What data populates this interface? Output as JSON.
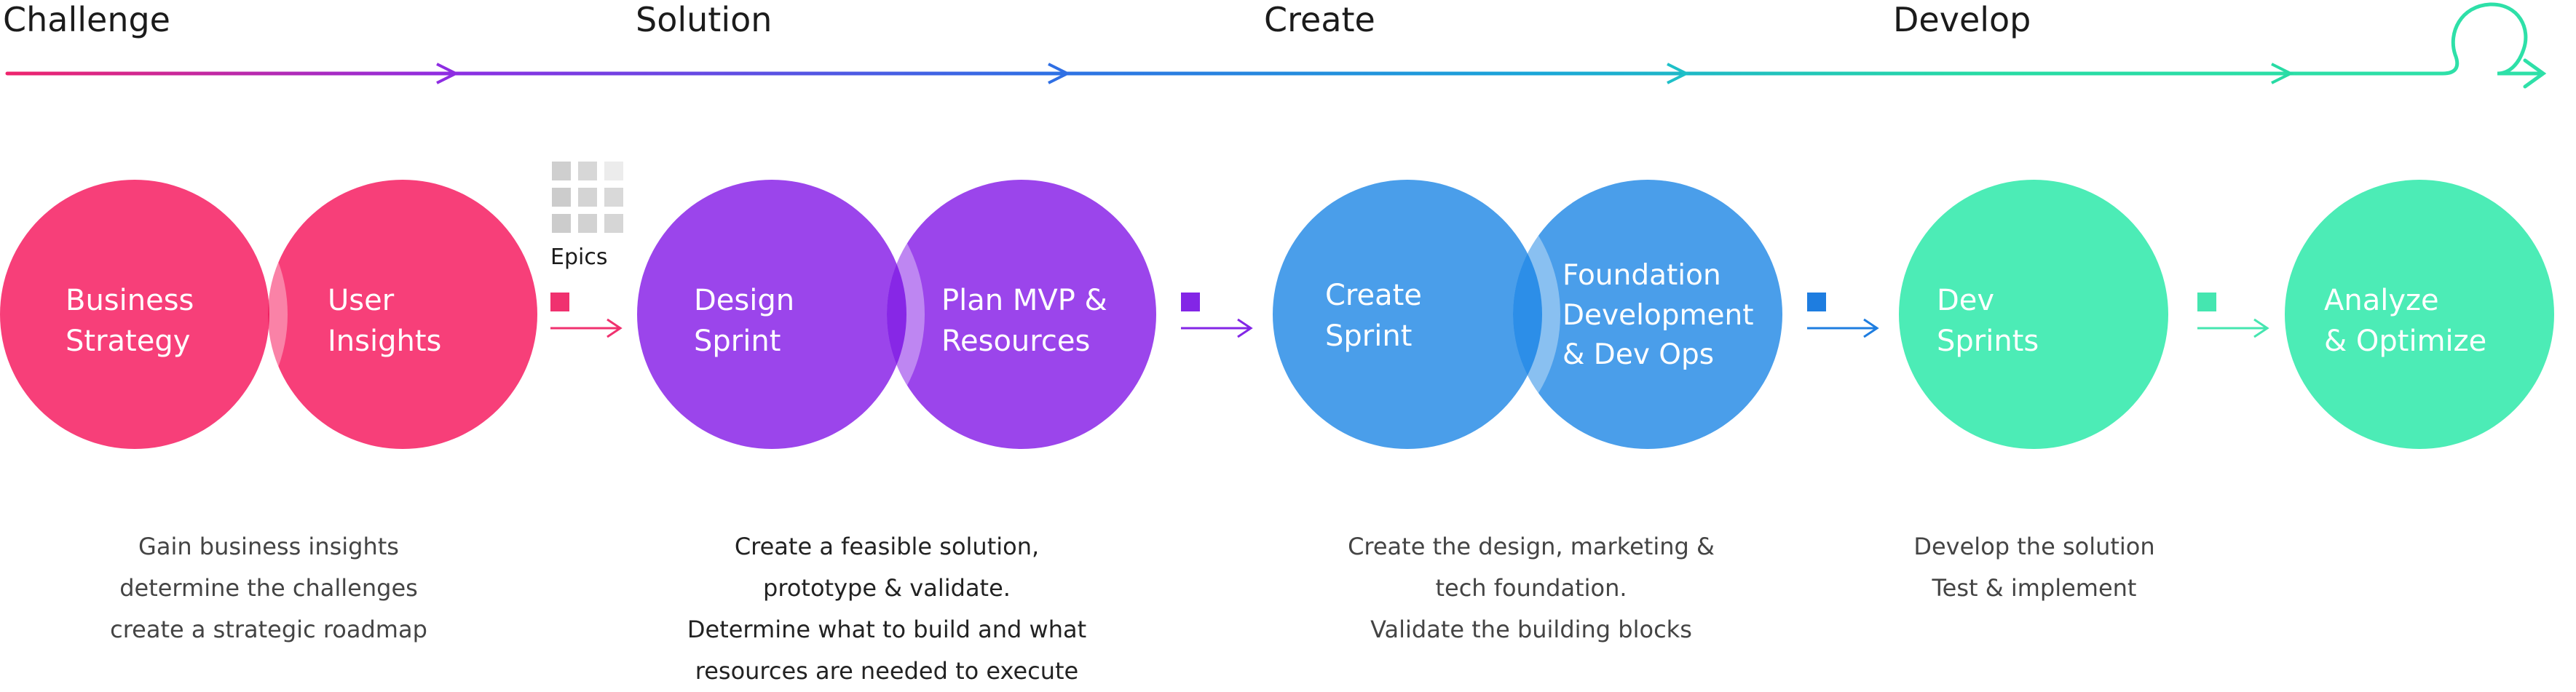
{
  "phases": [
    {
      "label": "Challenge",
      "color": "#ee2a73"
    },
    {
      "label": "Solution",
      "color": "#8a2be2"
    },
    {
      "label": "Create",
      "color": "#1e88e5"
    },
    {
      "label": "Develop",
      "color": "#27dba4"
    }
  ],
  "stages": [
    {
      "circles": [
        "Business\nStrategy",
        "User\nInsights"
      ],
      "color": "#f73f79",
      "description": [
        "Gain business insights",
        "determine the challenges",
        "create a strategic roadmap"
      ]
    },
    {
      "circles": [
        "Design\nSprint",
        "Plan MVP &\nResources"
      ],
      "color": "#9b45eb",
      "description": [
        "Create a feasible solution,",
        "prototype & validate.",
        "Determine what to build and what",
        "resources are needed to execute"
      ]
    },
    {
      "circles": [
        "Create\nSprint",
        "Foundation\nDevelopment\n& Dev Ops"
      ],
      "color": "#4a9eea",
      "description": [
        "Create the design, marketing &",
        "tech foundation.",
        "Validate the building blocks"
      ]
    },
    {
      "circles": [
        "Dev\nSprints"
      ],
      "color": "#4cecb6",
      "description": [
        "Develop the solution",
        "Test & implement"
      ]
    },
    {
      "circles": [
        "Analyze\n& Optimize"
      ],
      "color": "#4cecb6",
      "description": []
    }
  ],
  "epics": {
    "label": "Epics",
    "icon": "grid-icon"
  },
  "connector_colors": [
    "#f0316f",
    "#8326e6",
    "#1e7de0",
    "#45e6b0"
  ],
  "loop_icon": "loop-arrow-icon"
}
